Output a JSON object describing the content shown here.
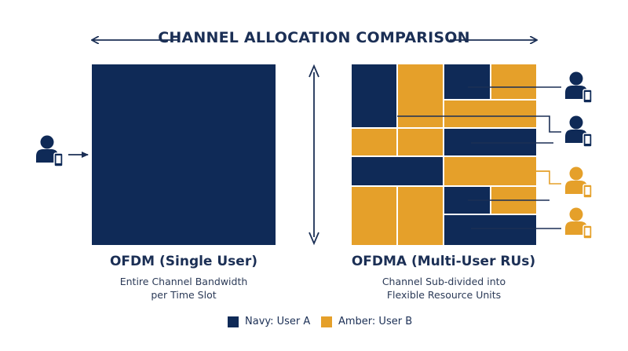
{
  "title": "CHANNEL ALLOCATION COMPARISON",
  "left_panel": {
    "title": "OFDM (Single User)",
    "subtitle_line1": "Entire Channel Bandwidth",
    "subtitle_line2": "per Time Slot"
  },
  "right_panel": {
    "title": "OFDMA (Multi-User RUs)",
    "subtitle_line1": "Channel Sub-divided into",
    "subtitle_line2": "Flexible Resource Units"
  },
  "legend": {
    "a_label": "Navy: User A",
    "b_label": "Amber: User B"
  },
  "colors": {
    "navy": "#0f2a57",
    "amber": "#e5a02a",
    "background": "#ffffff"
  },
  "icons": {
    "user_device": "user-with-phone-icon",
    "arrow": "arrow-icon"
  }
}
